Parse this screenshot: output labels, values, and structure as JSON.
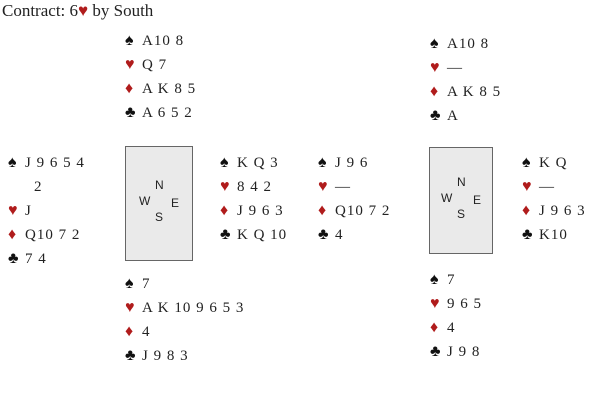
{
  "title": {
    "prefix": "Contract: 6",
    "suit_symbol": "♥",
    "suffix": " by South"
  },
  "compass": {
    "n": "N",
    "s": "S",
    "e": "E",
    "w": "W"
  },
  "suits": {
    "spades": "♠",
    "hearts": "♥",
    "diamonds": "♦",
    "clubs": "♣"
  },
  "colors": {
    "red_suit": "#b01c1c",
    "black_suit": "#111111",
    "box_fill": "#eaeaea"
  },
  "diagrams": [
    {
      "north": {
        "spades": "A10 8",
        "hearts": "Q 7",
        "diamonds": "A K  8  5",
        "clubs": "A  6  5  2"
      },
      "west": {
        "spades": "J  9  6  5  4",
        "spades_cont": "2",
        "hearts": "J",
        "diamonds": "Q10 7  2",
        "clubs": "7 4"
      },
      "east": {
        "spades": "K Q  3",
        "hearts": "8  4  2",
        "diamonds": "J  9  6  3",
        "clubs": "K Q 10"
      },
      "south": {
        "spades": "7",
        "hearts": "A K 10  9  6 5 3",
        "diamonds": "4",
        "clubs": "J  9  8  3"
      }
    },
    {
      "north": {
        "spades": "A10 8",
        "hearts": "—",
        "diamonds": "A K  8  5",
        "clubs": "A"
      },
      "west": {
        "spades": "J  9  6",
        "hearts": "—",
        "diamonds": "Q10 7  2",
        "clubs": "4"
      },
      "east": {
        "spades": "K Q",
        "hearts": "—",
        "diamonds": "J  9  6  3",
        "clubs": "K10"
      },
      "south": {
        "spades": "7",
        "hearts": "9  6  5",
        "diamonds": "4",
        "clubs": "J  9  8"
      }
    }
  ]
}
